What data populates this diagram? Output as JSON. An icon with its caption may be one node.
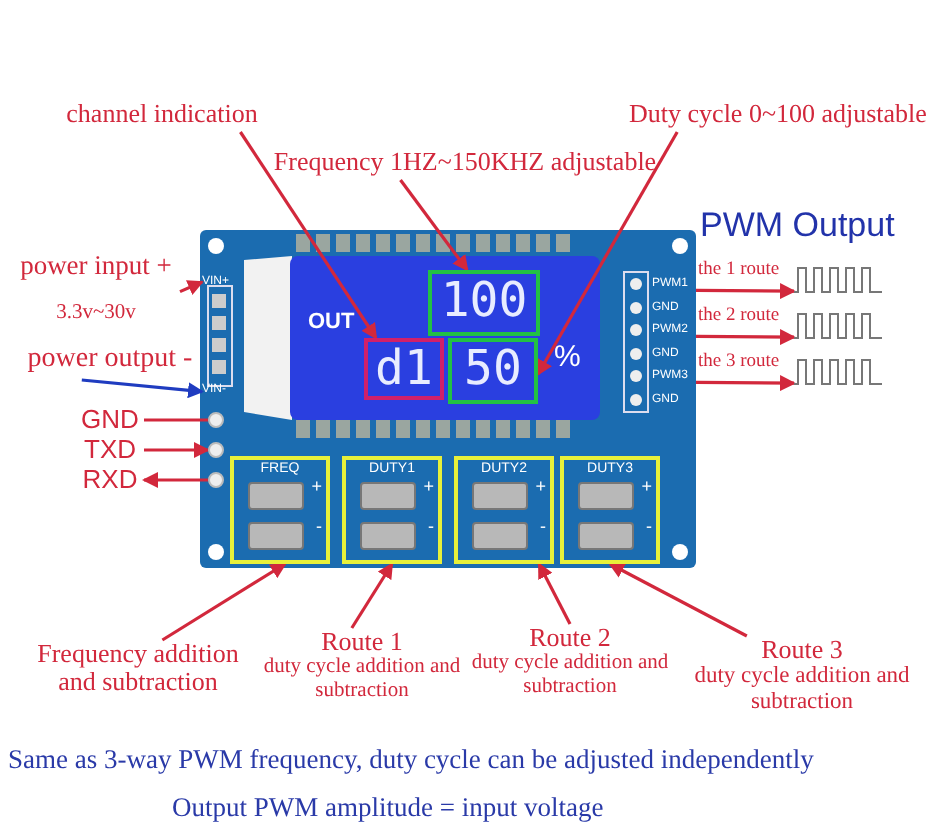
{
  "diagram": {
    "nodes": [
      {
        "text": [
          "channel indication"
        ]
      },
      {
        "text": [
          "Frequency 1HZ~150KHZ adjustable"
        ]
      },
      {
        "text": [
          "Duty cycle 0~100 adjustable"
        ]
      },
      {
        "text": [
          "d1"
        ]
      },
      {
        "text": [
          "100"
        ]
      },
      {
        "text": [
          "50"
        ]
      },
      {
        "text": [
          "power input +",
          "3.3v~30v"
        ]
      },
      {
        "text": [
          "VIN+"
        ]
      },
      {
        "text": [
          "power output -"
        ]
      },
      {
        "text": [
          "VIN-"
        ]
      },
      {
        "text": [
          "GND"
        ]
      },
      {
        "text": [],
        "shape": "circle"
      },
      {
        "text": [
          "TXD"
        ]
      },
      {
        "text": [],
        "shape": "circle"
      },
      {
        "text": [
          "RXD"
        ]
      },
      {
        "text": [],
        "shape": "circle"
      },
      {
        "text": [
          "PWM1"
        ]
      },
      {
        "text": [
          "PWM2"
        ]
      },
      {
        "text": [
          "PWM3"
        ]
      },
      {
        "text": [],
        "shape": "picture"
      },
      {
        "text": [],
        "shape": "picture"
      },
      {
        "text": [],
        "shape": "picture"
      },
      {
        "text": [
          "FREQ",
          "+",
          "-"
        ]
      },
      {
        "text": [
          "DUTY1",
          "+",
          "-"
        ]
      },
      {
        "text": [
          "DUTY2",
          "+",
          "-"
        ]
      },
      {
        "text": [
          "DUTY3",
          "+",
          "-"
        ]
      },
      {
        "text": [
          "Frequency addition and subtraction"
        ]
      },
      {
        "text": [
          "Route 1",
          "duty cycle addition and subtraction"
        ]
      },
      {
        "text": [
          "Route 2",
          "duty cycle addition and subtraction"
        ]
      },
      {
        "text": [
          "Route 3",
          "duty cycle addition and subtraction"
        ]
      }
    ],
    "edges": [
      {
        "from": 0,
        "to": 3,
        "arrow": "to"
      },
      {
        "from": 1,
        "to": 4,
        "arrow": "to"
      },
      {
        "from": 2,
        "to": 5,
        "arrow": "to"
      },
      {
        "from": 6,
        "to": 7,
        "arrow": "to"
      },
      {
        "from": 8,
        "to": 9,
        "arrow": "to",
        "color": "#1f3cc0"
      },
      {
        "from": 10,
        "to": 11,
        "arrow": "none"
      },
      {
        "from": 12,
        "to": 13,
        "arrow": "to"
      },
      {
        "from": 15,
        "to": 14,
        "arrow": "to"
      },
      {
        "from": 16,
        "to": 19,
        "arrow": "to",
        "label": "the 1 route"
      },
      {
        "from": 17,
        "to": 20,
        "arrow": "to",
        "label": "the 2 route"
      },
      {
        "from": 18,
        "to": 21,
        "arrow": "to",
        "label": "the 3 route"
      },
      {
        "from": 26,
        "to": 22,
        "arrow": "to"
      },
      {
        "from": 27,
        "to": 23,
        "arrow": "to"
      },
      {
        "from": 28,
        "to": 24,
        "arrow": "to"
      },
      {
        "from": 29,
        "to": 25,
        "arrow": "to"
      }
    ],
    "labels": [
      "PWM Output",
      "OUT",
      "%",
      "GND",
      "GND",
      "GND",
      "Same as 3-way PWM frequency, duty cycle can be adjusted independently",
      "Output PWM amplitude = input voltage"
    ]
  }
}
